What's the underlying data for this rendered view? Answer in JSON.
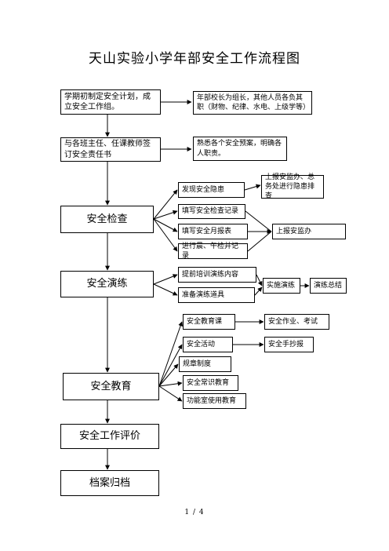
{
  "title": "天山实验小学年部安全工作流程图",
  "nodes": {
    "plan": "学期初制定安全计划，成立安全工作组。",
    "plan_note": "年部校长为组长，其他人员各负其职（财物、纪律、水电、上级学等）",
    "sign": "与各班主任、任课教师签订安全责任书",
    "sign_note": "熟悉各个安全预案，明确各人职责。",
    "check": "安全检查",
    "find_hazard": "发现安全隐患",
    "report_office": "上报安监办、总务处进行隐患排查",
    "fill_check_record": "填写安全检查记录",
    "fill_monthly": "填写安全月报表",
    "report_safety_office": "上报安监办",
    "morning_noon_check": "进行晨、午检并记录",
    "drill": "安全演练",
    "pre_training": "提前培训演练内容",
    "prepare_props": "准备演练道具",
    "conduct_drill": "实施演练",
    "drill_summary": "演练总结",
    "education": "安全教育",
    "edu_class": "安全教育课",
    "homework_exam": "安全作业、考试",
    "activity": "安全活动",
    "handwritten_paper": "安全手抄报",
    "rules": "规章制度",
    "common_sense": "安全常识教育",
    "function_room": "功能室使用教育",
    "evaluation": "安全工作评价",
    "archive": "档案归档"
  },
  "footer": {
    "page_number": "1 / 4"
  }
}
